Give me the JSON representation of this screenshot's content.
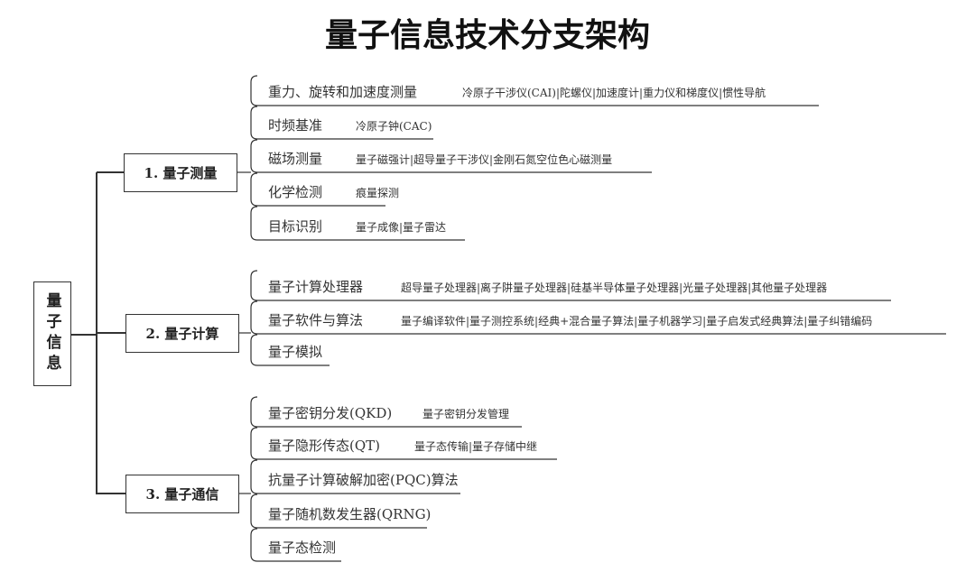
{
  "title": "量子信息技术分支架构",
  "root": "量子信息",
  "branches": [
    {
      "label": "1. 量子测量",
      "children": [
        {
          "label": "重力、旋转和加速度测量",
          "detail": "冷原子干涉仪(CAI)|陀螺仪|加速度计|重力仪和梯度仪|惯性导航"
        },
        {
          "label": "时频基准",
          "detail": "冷原子钟(CAC)"
        },
        {
          "label": "磁场测量",
          "detail": "量子磁强计|超导量子干涉仪|金刚石氮空位色心磁测量"
        },
        {
          "label": "化学检测",
          "detail": "痕量探测"
        },
        {
          "label": "目标识别",
          "detail": "量子成像|量子雷达"
        }
      ]
    },
    {
      "label": "2. 量子计算",
      "children": [
        {
          "label": "量子计算处理器",
          "detail": "超导量子处理器|离子阱量子处理器|硅基半导体量子处理器|光量子处理器|其他量子处理器"
        },
        {
          "label": "量子软件与算法",
          "detail": "量子编译软件|量子测控系统|经典+混合量子算法|量子机器学习|量子启发式经典算法|量子纠错编码"
        },
        {
          "label": "量子模拟",
          "detail": ""
        }
      ]
    },
    {
      "label": "3. 量子通信",
      "children": [
        {
          "label": "量子密钥分发(QKD)",
          "detail": "量子密钥分发管理"
        },
        {
          "label": "量子隐形传态(QT)",
          "detail": "量子态传输|量子存储中继"
        },
        {
          "label": "抗量子计算破解加密(PQC)算法",
          "detail": ""
        },
        {
          "label": "量子随机数发生器(QRNG)",
          "detail": ""
        },
        {
          "label": "量子态检测",
          "detail": ""
        }
      ]
    }
  ]
}
